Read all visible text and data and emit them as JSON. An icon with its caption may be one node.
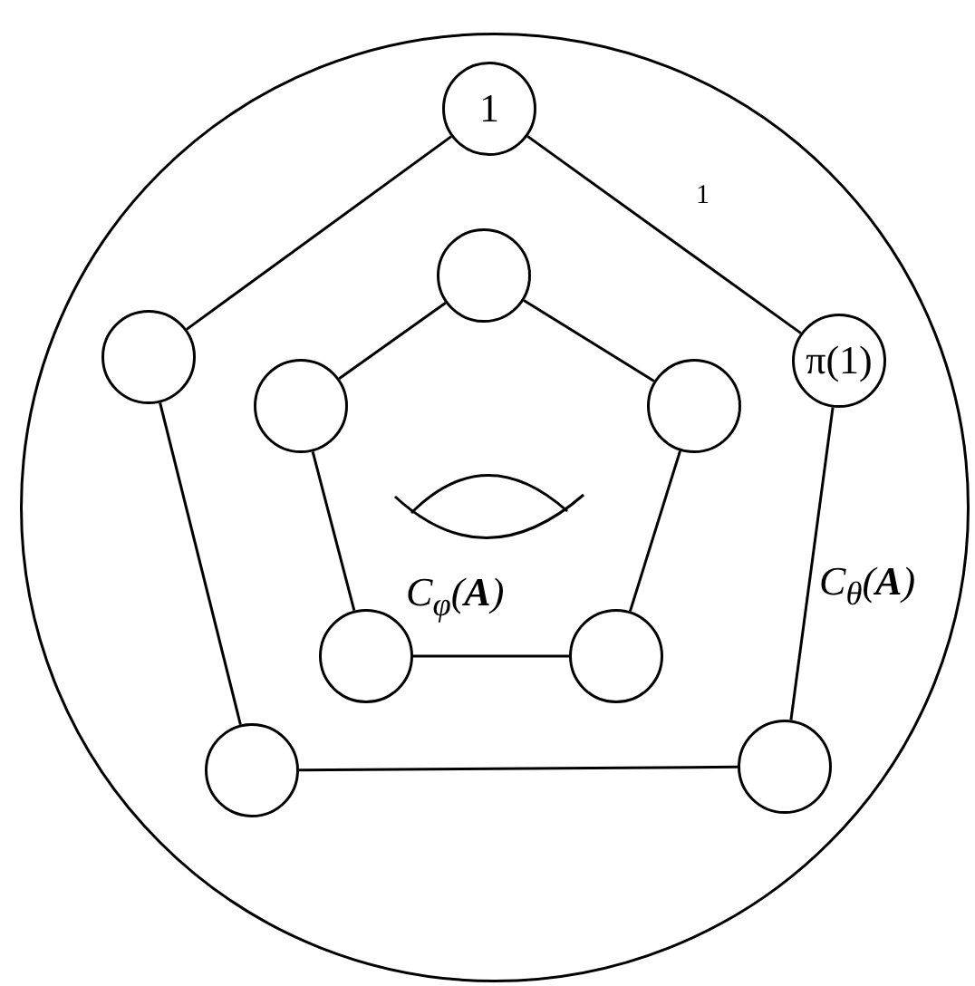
{
  "diagram": {
    "nodes": [
      {
        "text": [],
        "shape": "circle"
      },
      {
        "text": [
          "1"
        ],
        "in": 0
      },
      {
        "text": [
          "π(1)"
        ],
        "in": 0
      },
      {
        "text": [],
        "shape": "circle",
        "in": 0
      },
      {
        "text": [],
        "shape": "circle",
        "in": 0
      },
      {
        "text": [],
        "shape": "circle",
        "in": 0
      },
      {
        "text": [],
        "shape": "circle",
        "in": 0
      },
      {
        "text": [],
        "shape": "circle",
        "in": 0
      },
      {
        "text": [],
        "shape": "circle",
        "in": 0
      },
      {
        "text": [],
        "shape": "circle",
        "in": 0
      },
      {
        "text": [],
        "shape": "circle",
        "in": 0
      }
    ],
    "edges": [
      {
        "from": 1,
        "to": 2,
        "arrow": "none",
        "label": "1"
      },
      {
        "from": 2,
        "to": 3,
        "arrow": "none"
      },
      {
        "from": 3,
        "to": 4,
        "arrow": "none"
      },
      {
        "from": 4,
        "to": 5,
        "arrow": "none"
      },
      {
        "from": 5,
        "to": 1,
        "arrow": "none"
      },
      {
        "from": 6,
        "to": 7,
        "arrow": "none"
      },
      {
        "from": 7,
        "to": 8,
        "arrow": "none"
      },
      {
        "from": 8,
        "to": 9,
        "arrow": "none"
      },
      {
        "from": 9,
        "to": 10,
        "arrow": "none"
      },
      {
        "from": 10,
        "to": 6,
        "arrow": "none"
      }
    ],
    "labels": [
      "C$_{φ}$(**A**)",
      "C$_{θ}$(**A**)"
    ]
  }
}
